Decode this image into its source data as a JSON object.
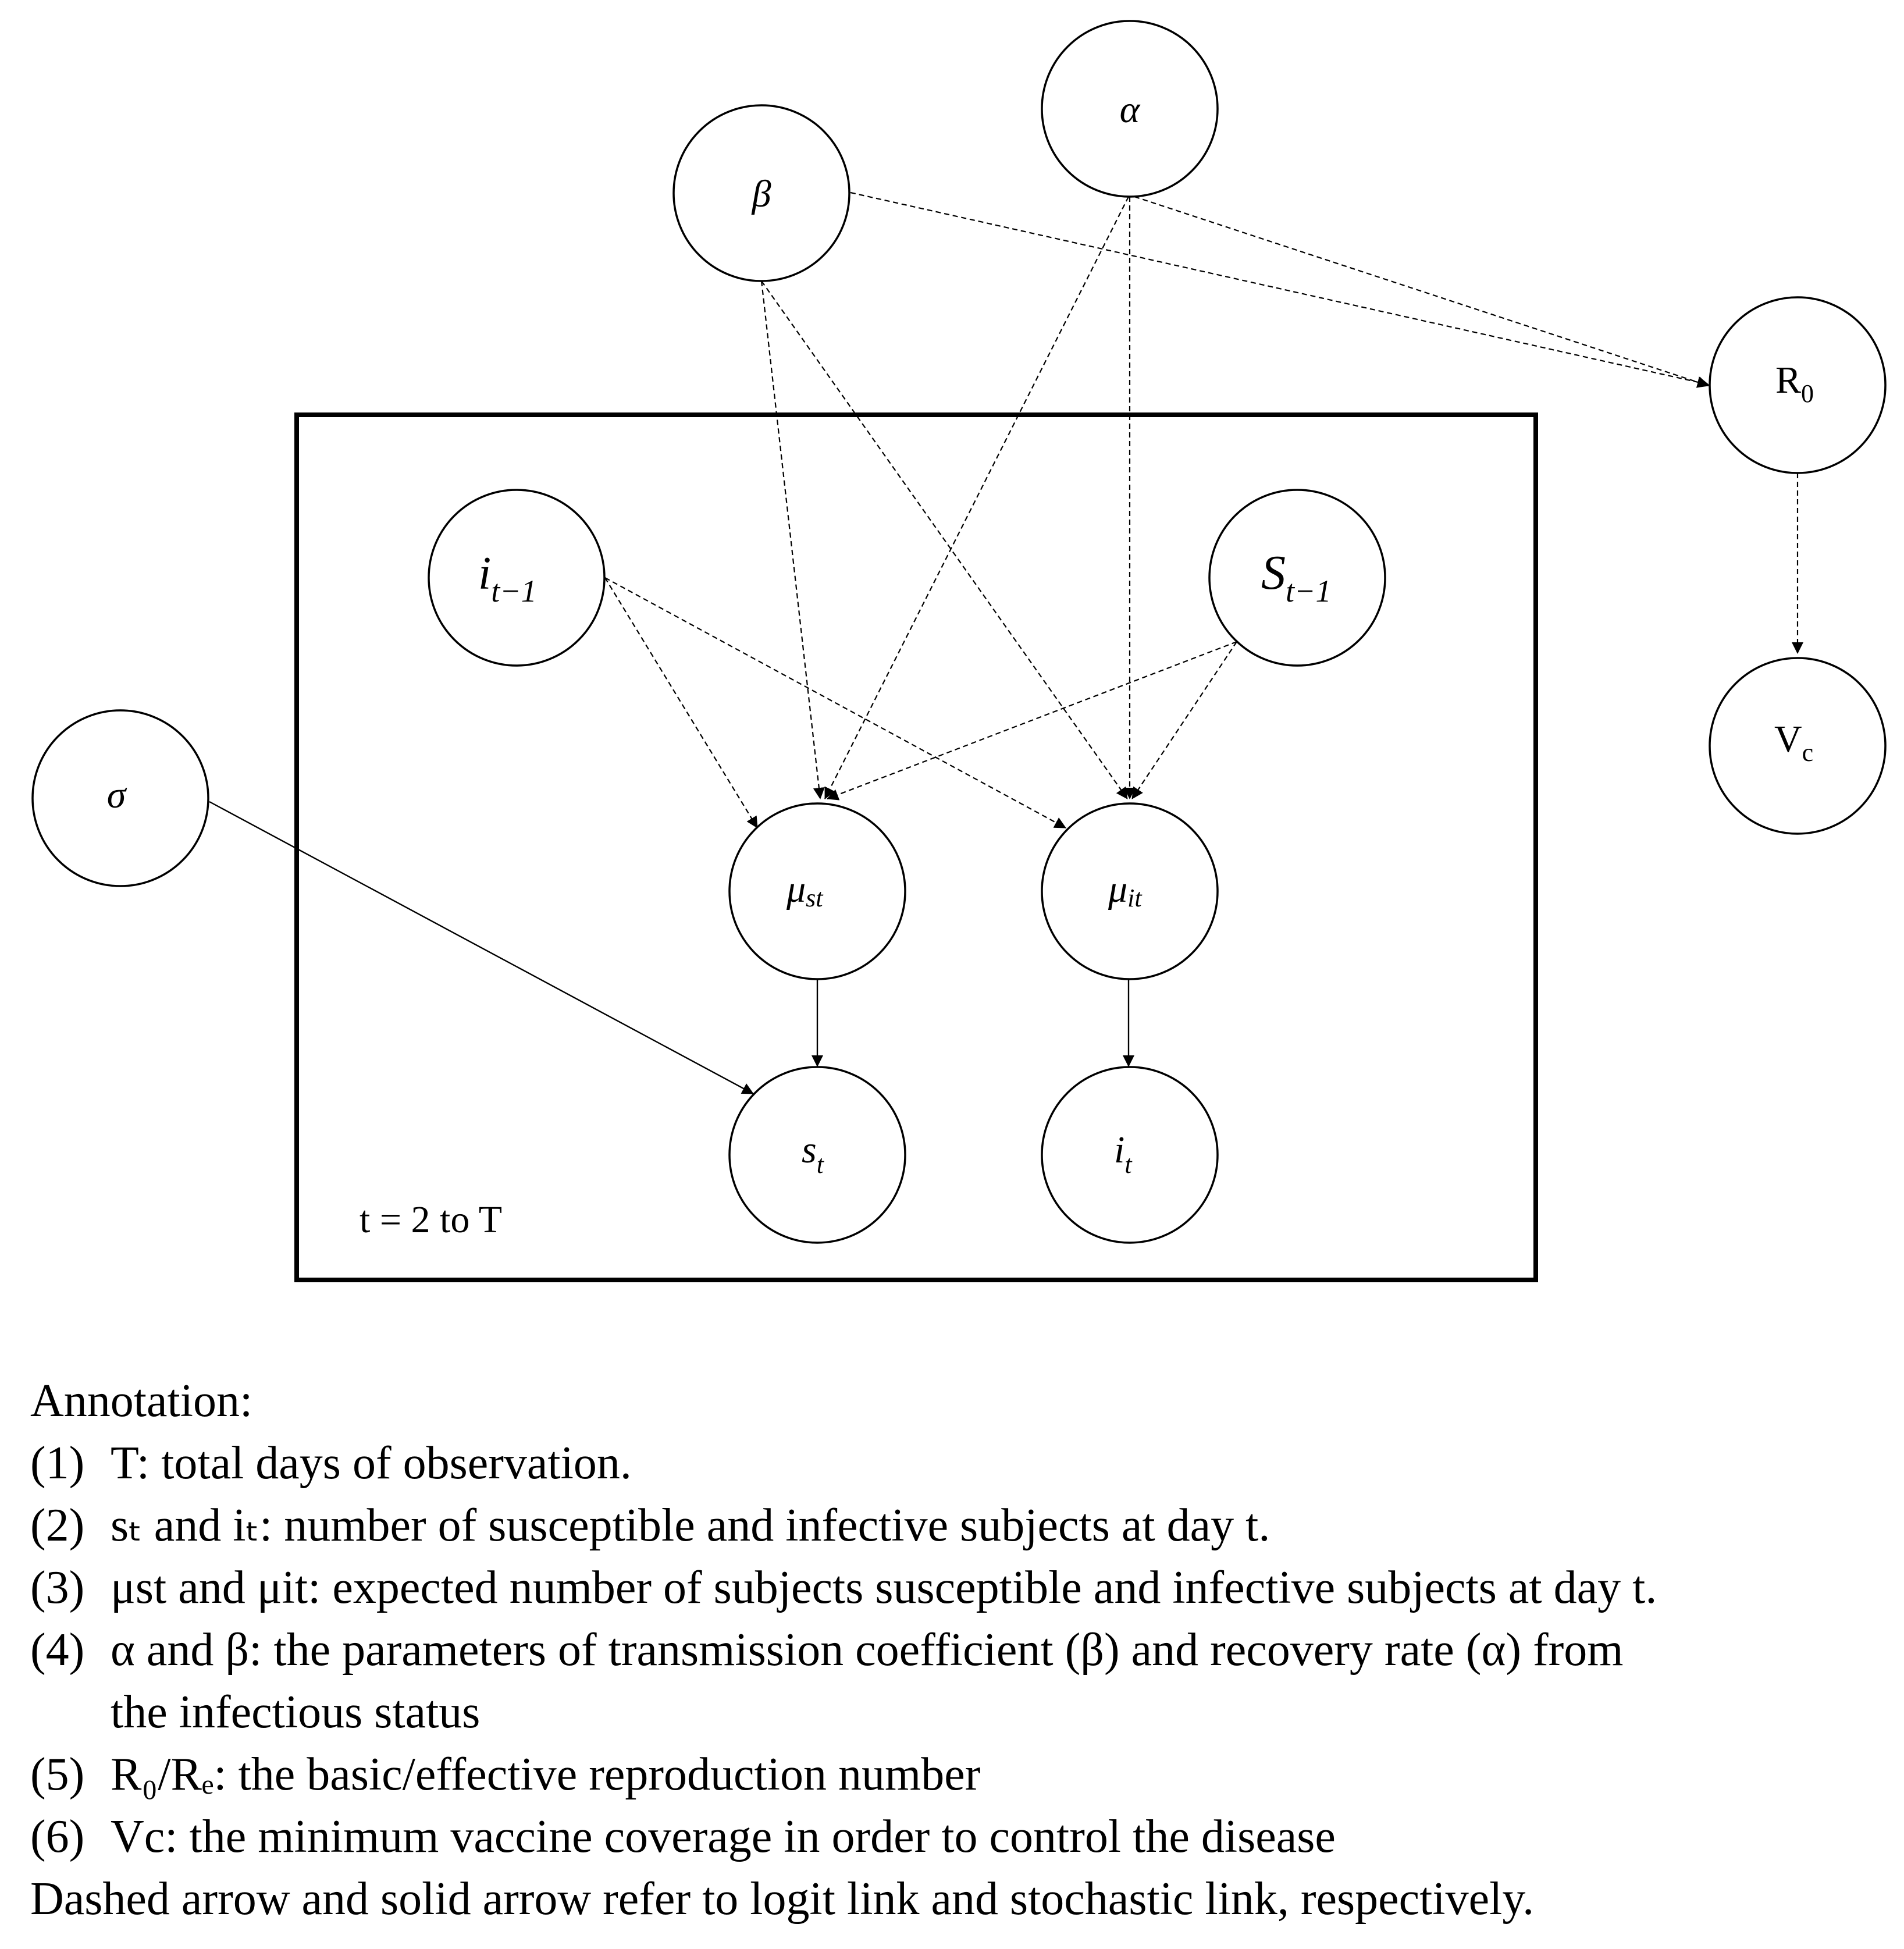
{
  "diagram": {
    "nodes": {
      "alpha": {
        "label": "α"
      },
      "beta": {
        "label": "β"
      },
      "r0": {
        "label": "R",
        "sub": "0"
      },
      "vc": {
        "label": "V",
        "sub": "c"
      },
      "i_prev": {
        "label": "i",
        "sub": "t−1"
      },
      "s_prev": {
        "label": "S",
        "sub": "t−1"
      },
      "sigma": {
        "label": "σ"
      },
      "mu_st": {
        "label": "μ",
        "sub": "st"
      },
      "mu_it": {
        "label": "μ",
        "sub": "it"
      },
      "s_t": {
        "label": "s",
        "sub": "t"
      },
      "i_t": {
        "label": "i",
        "sub": "t"
      }
    },
    "plate_label": "t = 2 to T"
  },
  "annotation": {
    "heading": "Annotation:",
    "items": [
      {
        "num": "(1)",
        "text": "T: total days of observation."
      },
      {
        "num": "(2)",
        "text": "sₜ and iₜ: number of susceptible and infective subjects at day t."
      },
      {
        "num": "(3)",
        "text": "μst and μit: expected number of subjects susceptible and infective subjects at day t."
      },
      {
        "num": "(4)",
        "text": "α and β: the parameters of transmission coefficient (β) and recovery rate (α) from",
        "cont": "the infectious status"
      },
      {
        "num": "(5)",
        "text": "R₀/Rₑ: the basic/effective reproduction number"
      },
      {
        "num": "(6)",
        "text": "Vc: the minimum vaccine coverage in order to control the disease"
      }
    ],
    "footer": "Dashed arrow and solid arrow refer to logit link and stochastic link, respectively."
  }
}
